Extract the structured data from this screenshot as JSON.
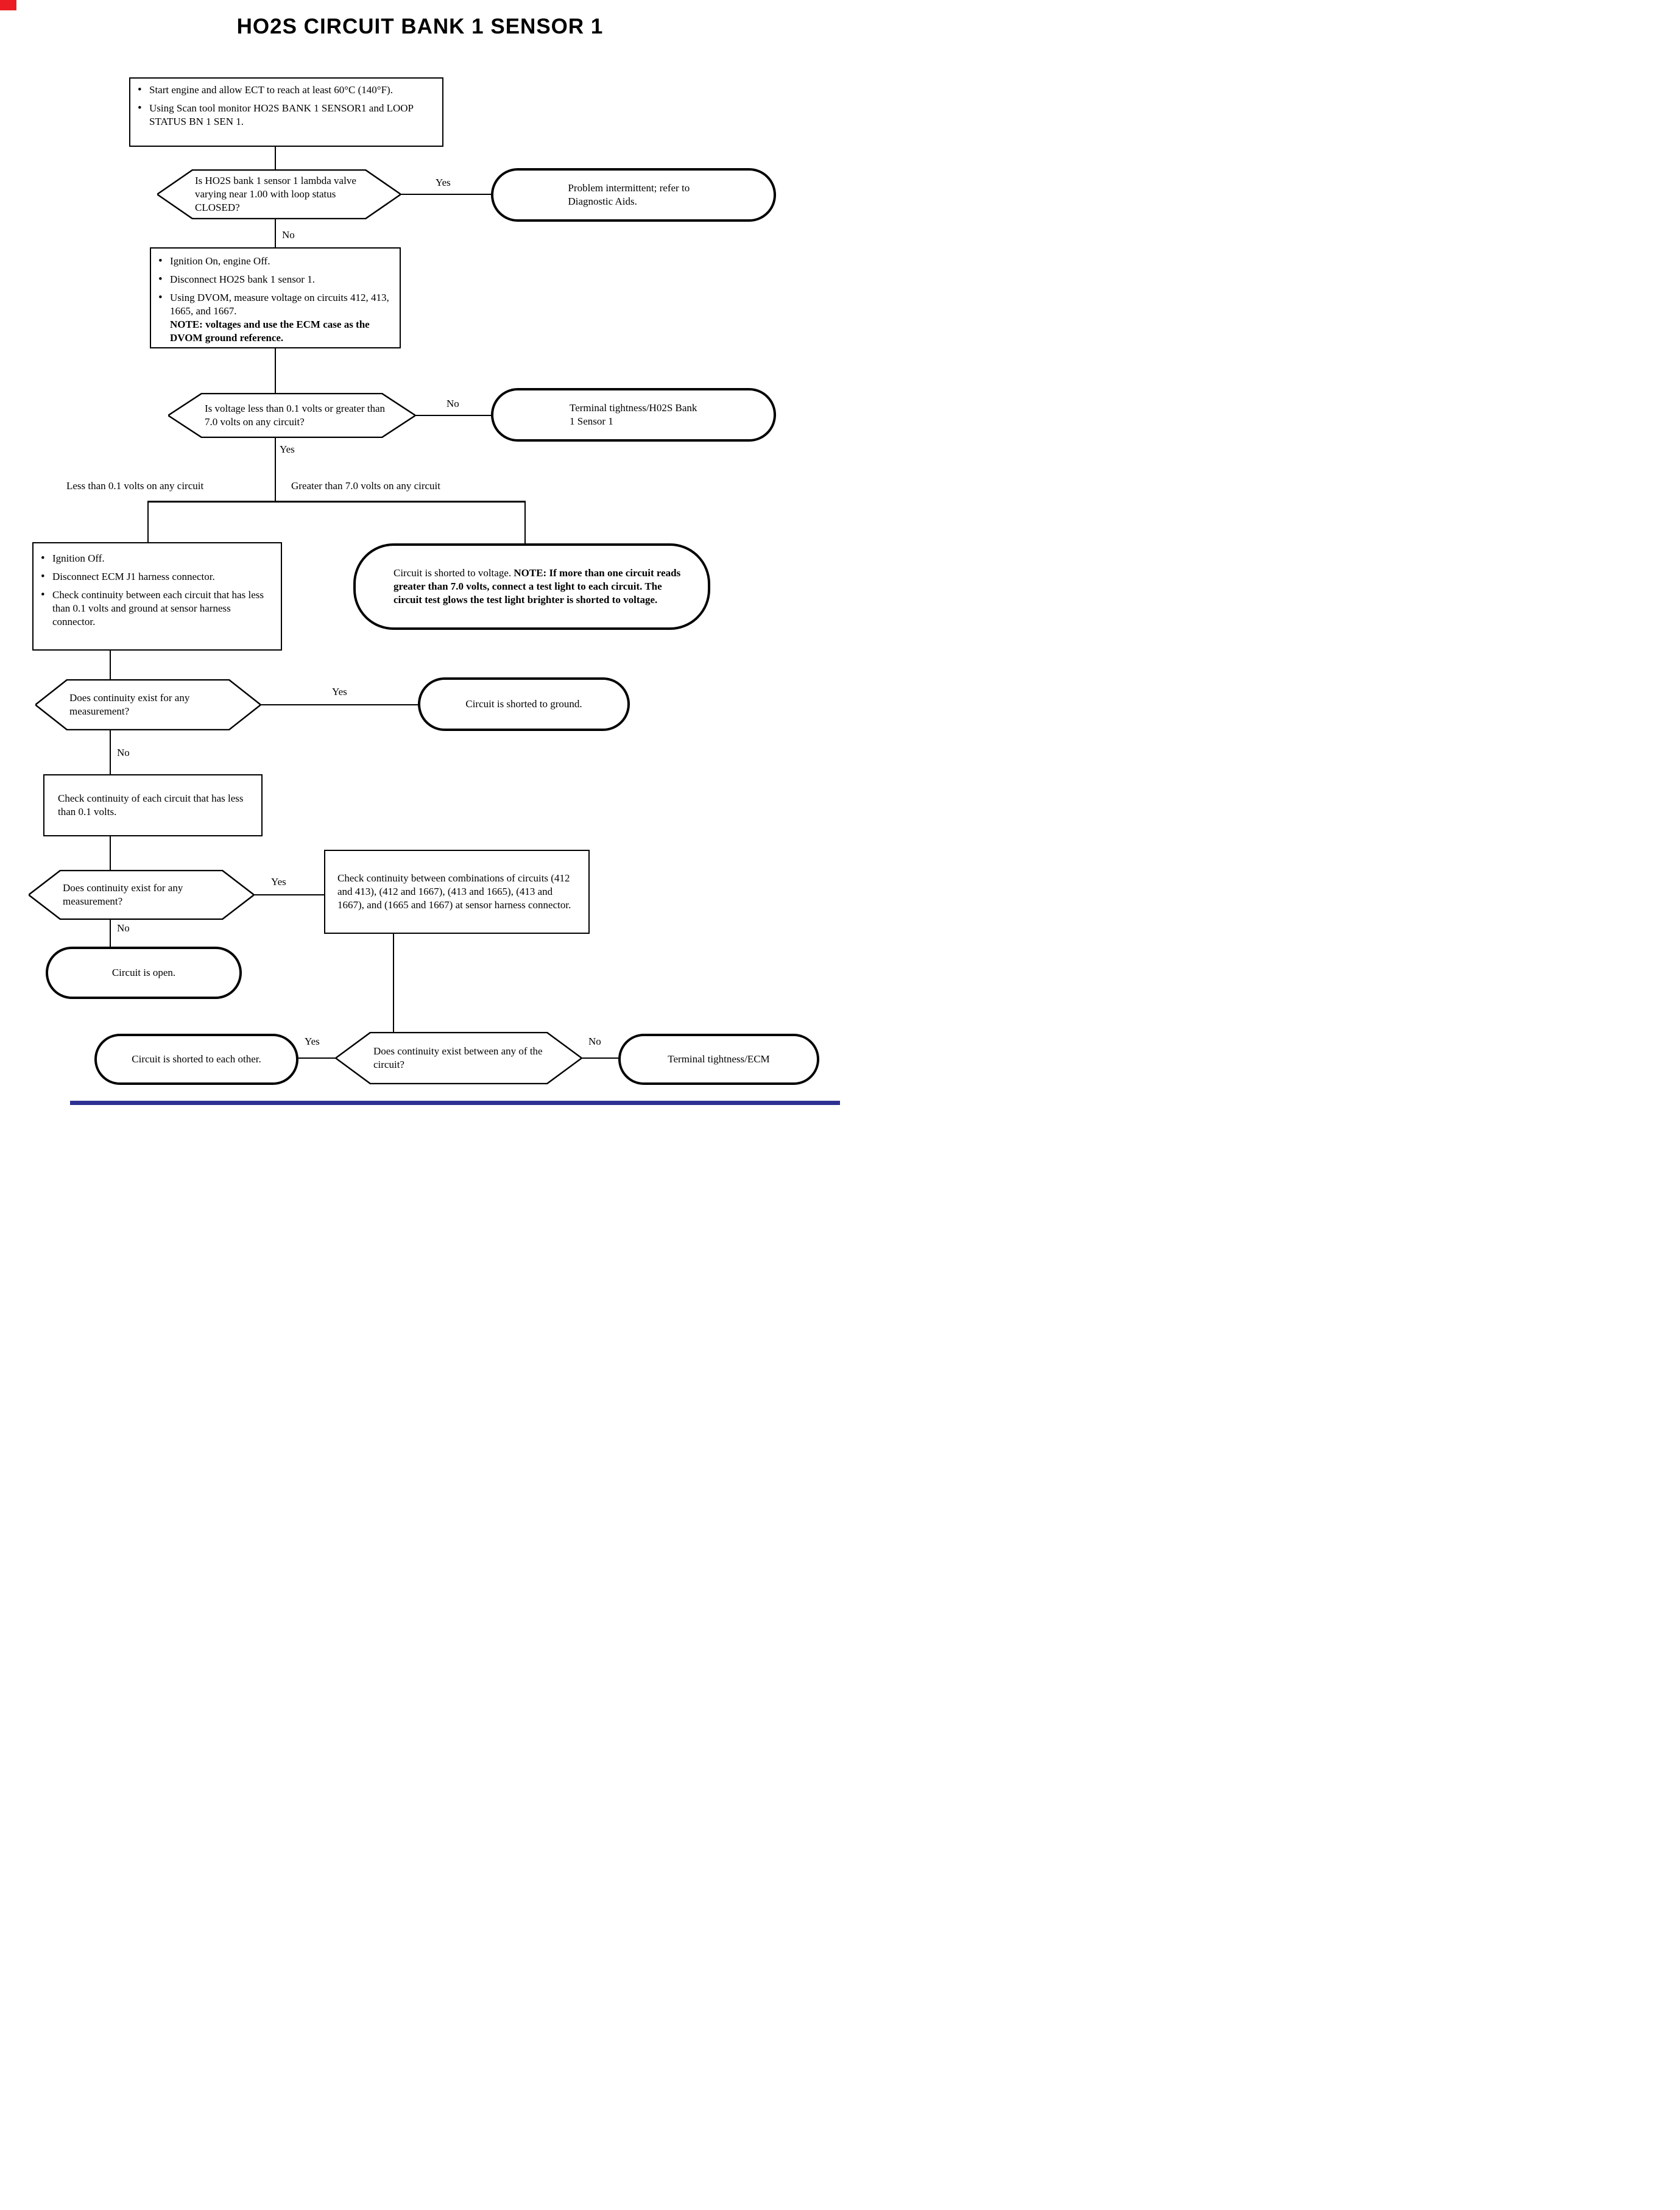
{
  "title": "HO2S CIRCUIT BANK 1 SENSOR 1",
  "labels": {
    "yes": "Yes",
    "no": "No",
    "less_branch": "Less than 0.1 volts on any circuit",
    "greater_branch": "Greater than 7.0 volts on any circuit"
  },
  "nodes": {
    "start": {
      "b1": "Start engine and allow ECT to reach at least 60°C (140°F).",
      "b2": "Using Scan tool monitor HO2S BANK 1 SENSOR1 and LOOP STATUS BN 1 SEN 1."
    },
    "lambda": {
      "text": "Is HO2S bank 1 sensor 1 lambda valve varying near 1.00 with loop status CLOSED?"
    },
    "problem": {
      "text": "Problem intermittent; refer to Diagnostic Aids."
    },
    "measure": {
      "b1": "Ignition On, engine Off.",
      "b2": "Disconnect HO2S bank 1 sensor 1.",
      "b3": "Using DVOM, measure voltage on circuits 412, 413, 1665, and 1667.",
      "b3_note": "NOTE: voltages and use the ECM case as the DVOM ground reference."
    },
    "voltage": {
      "text": "Is voltage less than 0.1 volts or greater than 7.0 volts on any circuit?"
    },
    "terminal_ho2s": {
      "text": "Terminal tightness/H02S Bank 1 Sensor 1"
    },
    "ignition_off": {
      "b1": "Ignition Off.",
      "b2": "Disconnect ECM J1 harness connector.",
      "b3": "Check continuity between each circuit that has less than 0.1 volts and ground at sensor harness connector."
    },
    "shorted_voltage": {
      "lead": "Circuit is shorted to voltage.",
      "note": "NOTE: If more than one circuit reads greater than 7.0 volts, connect a test light to each circuit.  The circuit test glows the test light brighter is shorted to voltage."
    },
    "continuity_any_1": {
      "text": "Does continuity exist for any measurement?"
    },
    "shorted_ground": {
      "text": "Circuit is shorted to ground."
    },
    "check_each": {
      "text": "Check continuity of each circuit that has less than 0.1 volts."
    },
    "continuity_any_2": {
      "text": "Does continuity exist for any measurement?"
    },
    "combinations": {
      "text": "Check continuity between combinations of circuits (412 and 413), (412 and 1667), (413 and 1665), (413 and 1667), and (1665 and 1667) at sensor harness connector."
    },
    "circuit_open": {
      "text": "Circuit is open."
    },
    "shorted_each_other": {
      "text": "Circuit is shorted to each other."
    },
    "continuity_between": {
      "text": "Does continuity exist between any of the circuit?"
    },
    "terminal_ecm": {
      "text": "Terminal tightness/ECM"
    }
  },
  "colors": {
    "corner_mark": "#ec1c24",
    "bottom_bar": "#2e3192"
  }
}
